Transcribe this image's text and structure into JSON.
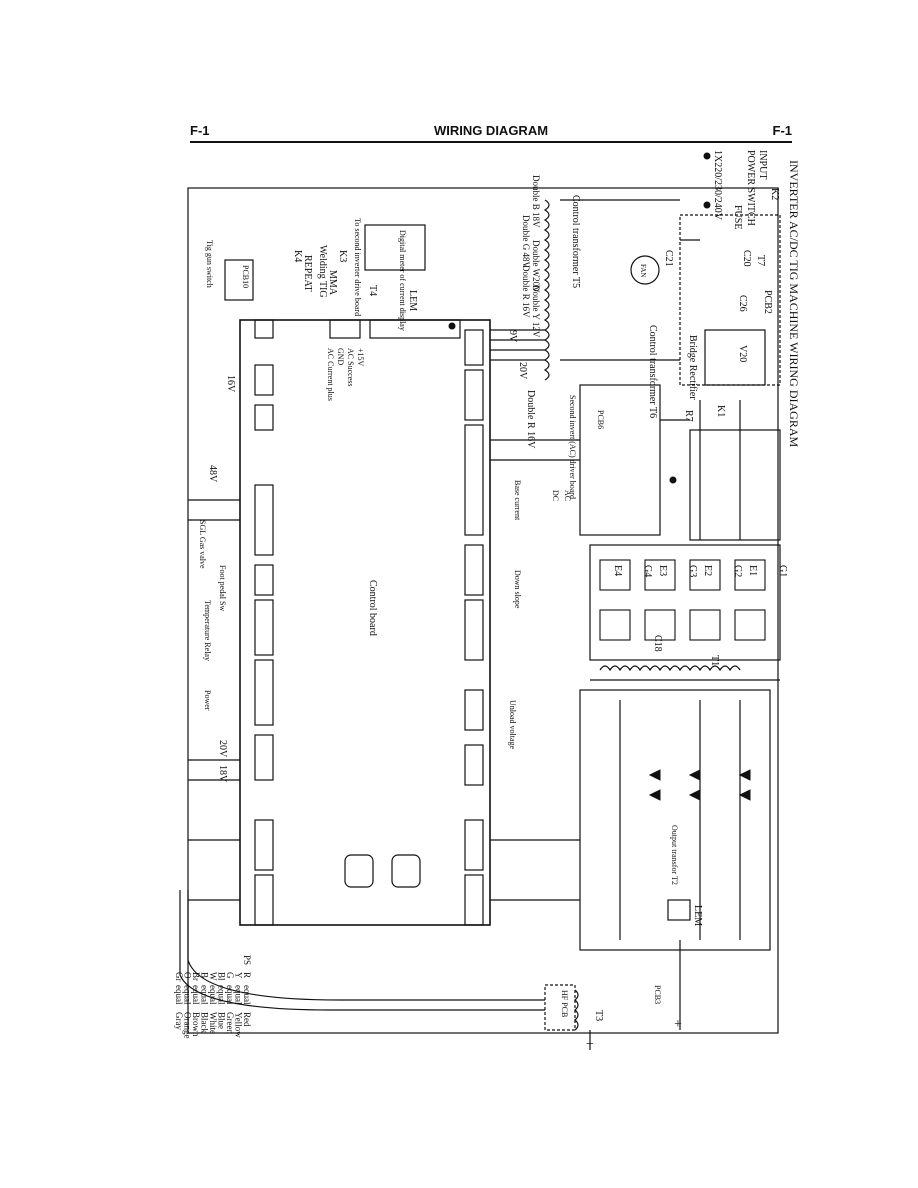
{
  "header": {
    "left": "F-1",
    "center": "WIRING DIAGRAM",
    "right": "F-1"
  },
  "title": "INVERTER AC/DC TIG MACHINE  WIRING DIAGRAM",
  "input": {
    "label": "INPUT",
    "voltage": "1X220/230/240V",
    "power_switch": "POWER SWITCH",
    "fuse": "FUSE",
    "k2": "K2"
  },
  "labels": {
    "control_transformer_t5": "Control transformer T5",
    "control_transformer_t6": "Control transformer T6",
    "fan": "FAN",
    "pcb2": "PCB2",
    "bridge_rectifier": "Bridge Rectifier",
    "v20": "V20",
    "t7": "T7",
    "c20": "C20",
    "c26": "C26",
    "c21": "C21",
    "digital_meter": "Digital meter of current display",
    "control_board": "Control board",
    "double_r16v_top": "Double R 16V",
    "double_r16v_bot": "Double R 16V",
    "double_b18v": "Double B 18V",
    "double_g48v": "Double G 48V",
    "double_w20v": "Double W20V",
    "double_y12v": "Double Y 12V",
    "v9": "9V",
    "v20_out": "20V",
    "v16": "16V",
    "v48": "48V",
    "v20b": "20V",
    "v18": "18V",
    "sgl_gas_valve": "SGL Gas valve",
    "foot_pedal": "Foot pedal Sw",
    "temperature_relay": "Temperature Relay",
    "power": "Power",
    "tig_gun_switch": "Tig gun switch",
    "pcb10": "PCB10",
    "welding_tig": "Welding  TIG",
    "repeat": "REPEAT",
    "mma": "MMA",
    "k3": "K3",
    "k4": "K4",
    "lem": "LEM",
    "lem_out": "LEM",
    "t4": "T4",
    "to_second_inverter": "To second inverter drive board",
    "ac_current_plus": "AC Current plus",
    "ac_success": "AC Success",
    "gnd": "GND",
    "p15v": "+15V",
    "base_current": "Base current",
    "down_slope": "Down slope",
    "unload_voltage": "Unload voltage",
    "second_invert": "Second invert (AC) driver board",
    "pcb6": "PCB6",
    "output_transformer": "Output transfor T2",
    "c18": "C18",
    "t1": "T1",
    "t3": "T3",
    "hf_pcb": "HF PCB",
    "pcb3": "PCB3",
    "plus": "+",
    "minus": "−",
    "ac": "AC",
    "dc": "DC",
    "k1": "K1",
    "r7": "R7"
  },
  "igbt": [
    "G1",
    "E1",
    "G2",
    "E2",
    "G3",
    "E3",
    "G4",
    "E4"
  ],
  "legend": [
    {
      "code": "R",
      "color": "Red"
    },
    {
      "code": "Y",
      "color": "Yellow"
    },
    {
      "code": "G",
      "color": "Green"
    },
    {
      "code": "Bl",
      "color": "Blue"
    },
    {
      "code": "W",
      "color": "White"
    },
    {
      "code": "B",
      "color": "Black"
    },
    {
      "code": "Br",
      "color": "Brown"
    },
    {
      "code": "O",
      "color": "Orange"
    },
    {
      "code": "Gr",
      "color": "Gray"
    }
  ],
  "legend_ps": "PS",
  "legend_equal": "equal"
}
